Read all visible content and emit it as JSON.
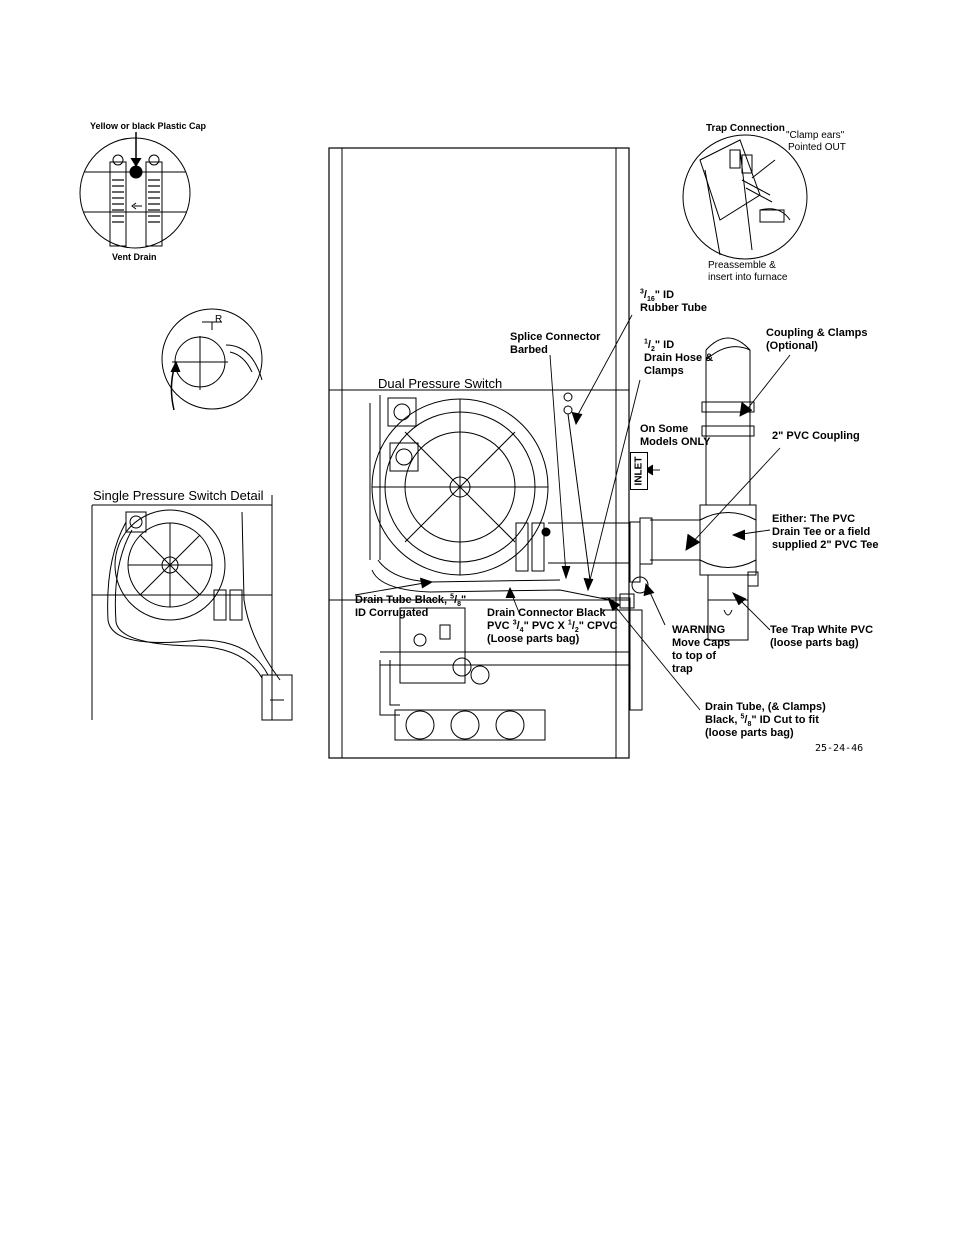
{
  "labels": {
    "cap": "Yellow or black Plastic Cap",
    "vent_drain": "Vent Drain",
    "r_mark": "R",
    "single_switch": "Single Pressure Switch  Detail",
    "dual_switch": "Dual Pressure Switch",
    "trap_connection": "Trap Connection",
    "clamp_ears_1": "\"Clamp ears\"",
    "clamp_ears_2": "Pointed OUT",
    "preassemble_1": "Preassemble &",
    "preassemble_2": "insert into furnace",
    "rubber_tube_num": "3",
    "rubber_tube_den": "16",
    "rubber_tube_1": "\" ID",
    "rubber_tube_2": "Rubber Tube",
    "splice_1": "Splice Connector",
    "splice_2": "Barbed",
    "drain_hose_num": "1",
    "drain_hose_den": "2",
    "drain_hose_1": "\" ID",
    "drain_hose_2": "Drain Hose &",
    "drain_hose_3": "Clamps",
    "coupling_1": "Coupling & Clamps",
    "coupling_2": "(Optional)",
    "some_models_1": "On Some",
    "some_models_2": "Models ONLY",
    "inlet": "INLET",
    "pvc_coupling": "2\" PVC Coupling",
    "either_1": "Either: The PVC",
    "either_2": "Drain Tee or a field",
    "either_3": "supplied 2\" PVC Tee",
    "drain_tube_a": "Drain Tube Black, ",
    "drain_tube_num": "5",
    "drain_tube_den": "8",
    "drain_tube_b": "\"",
    "drain_tube_2": "ID Corrugated",
    "connector_1": "Drain Connector Black",
    "connector_2a": "PVC ",
    "connector_num1": "3",
    "connector_den1": "4",
    "connector_2b": "\" PVC X ",
    "connector_num2": "1",
    "connector_den2": "2",
    "connector_2c": "\" CPVC",
    "connector_3": "(Loose parts bag)",
    "warning_1": "WARNING",
    "warning_2": "Move Caps",
    "warning_3": "to top of",
    "warning_4": "trap",
    "tee_trap_1": "Tee Trap White  PVC",
    "tee_trap_2": "(loose parts bag)",
    "drain_tube_clamps_1": "Drain Tube, (& Clamps)",
    "drain_tube_clamps_2a": "Black, ",
    "drain_tube_clamps_num": "5",
    "drain_tube_clamps_den": "8",
    "drain_tube_clamps_2b": "\" ID Cut to fit",
    "drain_tube_clamps_3": "(loose parts bag)",
    "figure_code": "25-24-46"
  }
}
